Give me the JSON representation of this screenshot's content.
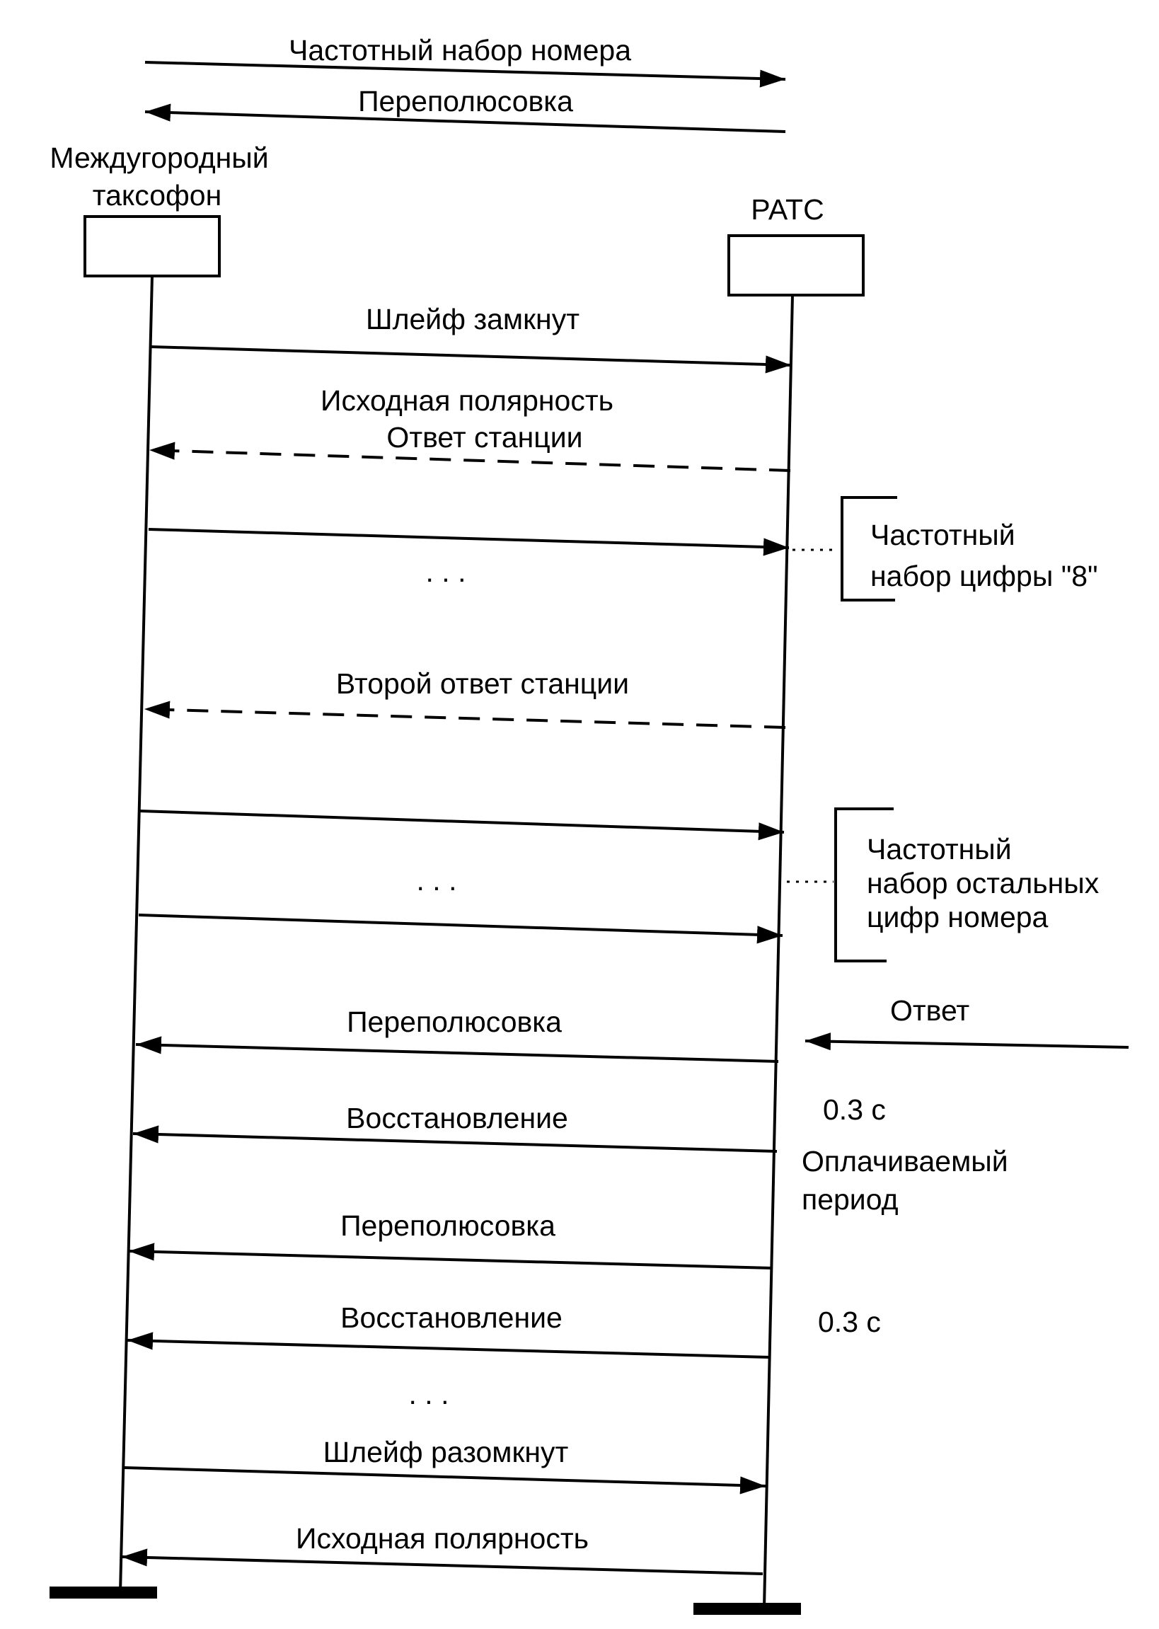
{
  "legend": {
    "tone_dialing": "Частотный набор номера",
    "polarity_reversal": "Переполюсовка"
  },
  "parties": {
    "payphone_line1": "Междугородный",
    "payphone_line2": "таксофон",
    "exchange": "РАТС"
  },
  "messages": {
    "loop_closed": "Шлейф замкнут",
    "initial_polarity": "Исходная полярность",
    "station_answer": "Ответ станции",
    "second_station_answer": "Второй ответ станции",
    "reversal_1": "Переполюсовка",
    "restore_1": "Восстановление",
    "reversal_2": "Переполюсовка",
    "restore_2": "Восстановление",
    "loop_open": "Шлейф разомкнут",
    "initial_polarity_end": "Исходная полярность"
  },
  "ellipsis": ". . .",
  "notes": {
    "digit8_line1": "Частотный",
    "digit8_line2": "набор цифры \"8\"",
    "rest_line1": "Частотный",
    "rest_line2": "набор остальных",
    "rest_line3": "цифр номера",
    "answer": "Ответ",
    "pulse_1": "0.3 с",
    "paid_line1": "Оплачиваемый",
    "paid_line2": "период",
    "pulse_2": "0.3 с"
  }
}
